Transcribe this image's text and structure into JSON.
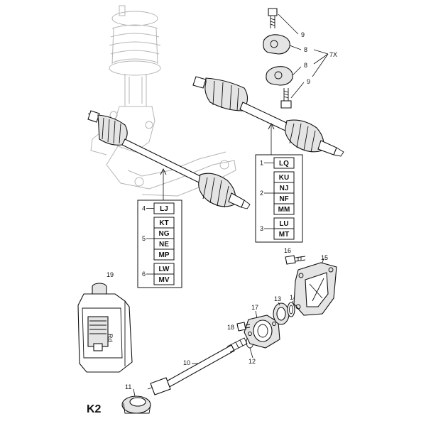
{
  "page_label": "K2",
  "code_groups": [
    {
      "name": "left-shaft-codes",
      "rows": [
        {
          "num": "4",
          "codes": [
            "LJ"
          ]
        },
        {
          "num": "5",
          "codes": [
            "KT",
            "NG",
            "NE",
            "MP"
          ]
        },
        {
          "num": "6",
          "codes": [
            "LW",
            "MV"
          ]
        }
      ]
    },
    {
      "name": "right-shaft-codes",
      "rows": [
        {
          "num": "1",
          "codes": [
            "LQ"
          ]
        },
        {
          "num": "2",
          "codes": [
            "KU",
            "NJ",
            "NF",
            "MM"
          ]
        },
        {
          "num": "3",
          "codes": [
            "LU",
            "MT"
          ]
        }
      ]
    }
  ],
  "callouts": {
    "c7x": "7X",
    "c8a": "8",
    "c8b": "8",
    "c9a": "9",
    "c9b": "9",
    "c10": "10",
    "c11": "11",
    "c12": "12",
    "c13": "13",
    "c14": "14",
    "c15": "15",
    "c16": "16",
    "c17": "17",
    "c18": "18",
    "c19": "19"
  },
  "bottle_text": "Rd",
  "colors": {
    "line": "#111111",
    "ghost": "#b5b5b5",
    "fill_gray": "#e4e4e4"
  }
}
